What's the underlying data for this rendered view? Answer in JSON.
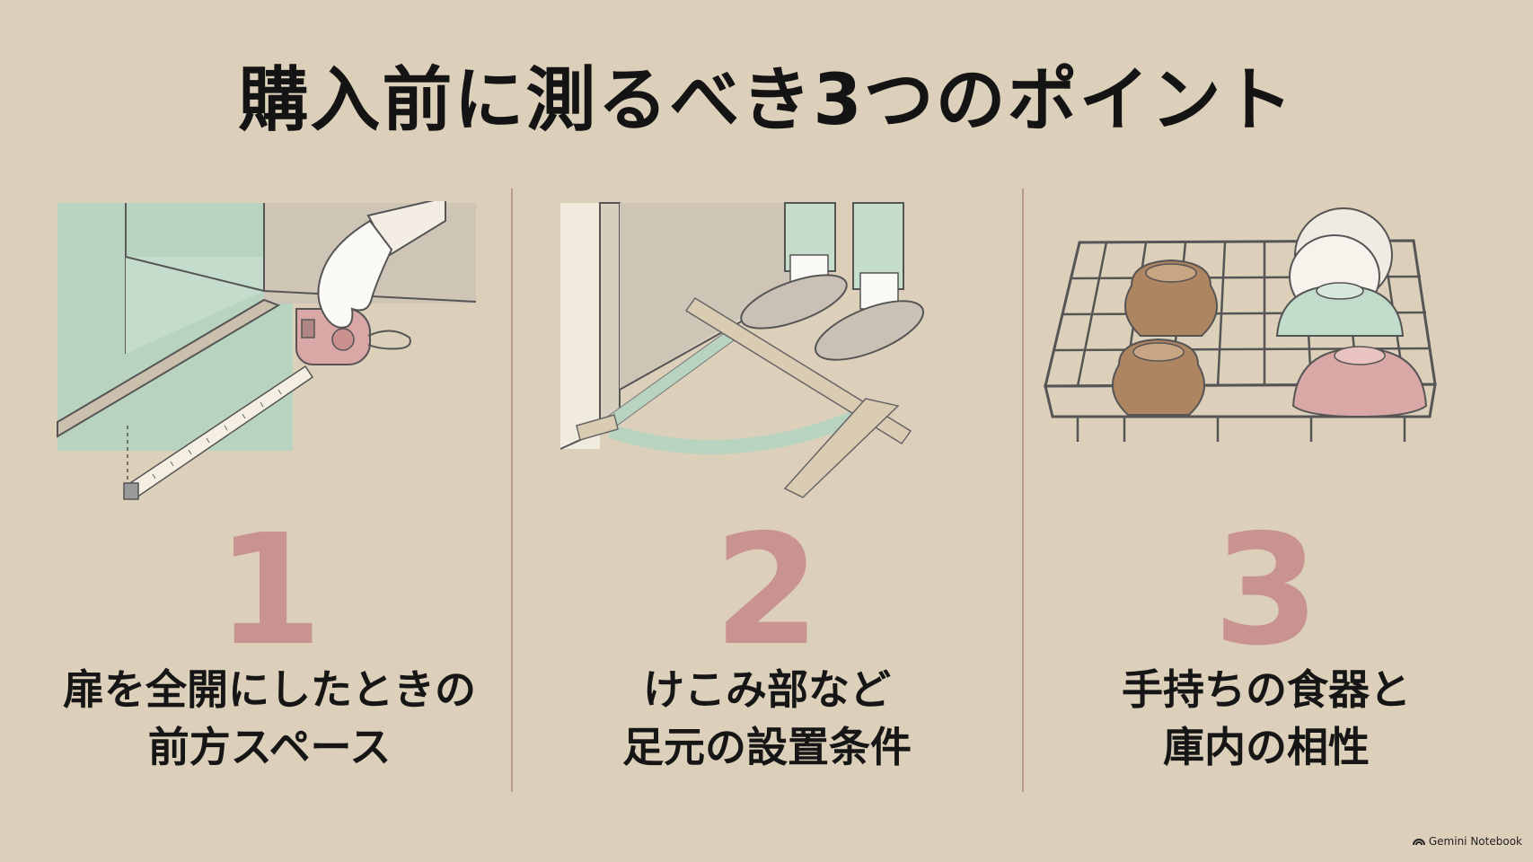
{
  "title": "購入前に測るべき3つのポイント",
  "points": [
    {
      "number": "1",
      "line1": "扉を全開にしたときの",
      "line2": "前方スペース"
    },
    {
      "number": "2",
      "line1": "けこみ部など",
      "line2": "足元の設置条件"
    },
    {
      "number": "3",
      "line1": "手持ちの食器と",
      "line2": "庫内の相性"
    }
  ],
  "brand": "Gemini Notebook",
  "colors": {
    "background": "#ddd0ba",
    "accent_number": "#c99391",
    "mint": "#b8d4c0",
    "divider": "#b89a8c"
  },
  "icons": [
    "tape-measure-icon",
    "door-swing-icon",
    "dish-rack-icon",
    "gemini-logo-icon"
  ]
}
